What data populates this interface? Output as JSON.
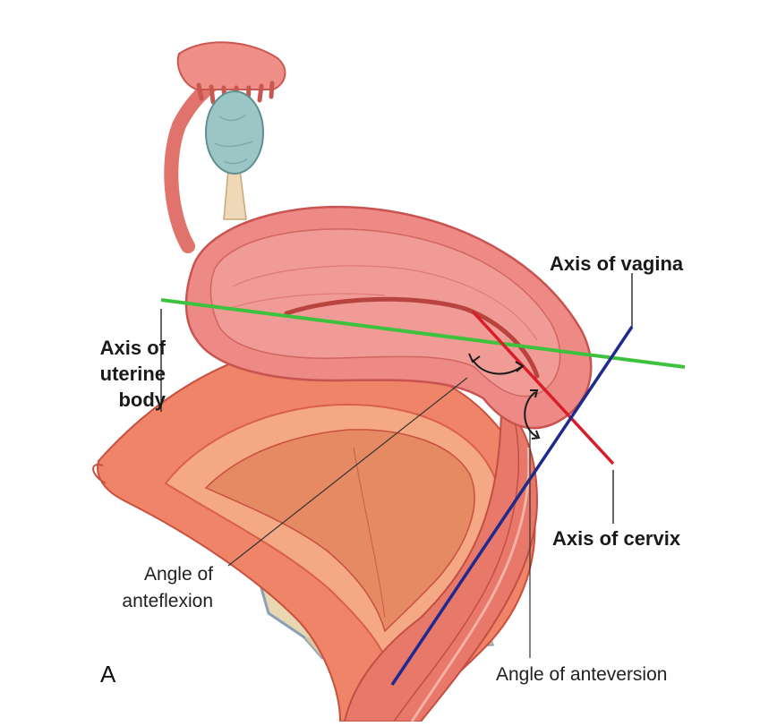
{
  "labels": {
    "axis_of_vagina": "Axis of vagina",
    "axis_of_uterine_body_line1": "Axis of",
    "axis_of_uterine_body_line2": "uterine",
    "axis_of_uterine_body_line3": "body",
    "axis_of_cervix": "Axis of cervix",
    "angle_of_anteflexion_line1": "Angle of",
    "angle_of_anteflexion_line2": "anteflexion",
    "angle_of_anteversion": "Angle of anteversion",
    "panel_letter": "A"
  },
  "colors": {
    "axis_uterine_body": "#3cc23c",
    "axis_cervix": "#d81e2a",
    "axis_vagina": "#1e2a8c",
    "uterus": "#ee8a86",
    "uterus_dark": "#d9605c",
    "ovary": "#9cc6c6",
    "bladder_wall": "#e8735e",
    "bladder_inner": "#f4b18c",
    "pubic_bone": "#e8d7b0"
  }
}
